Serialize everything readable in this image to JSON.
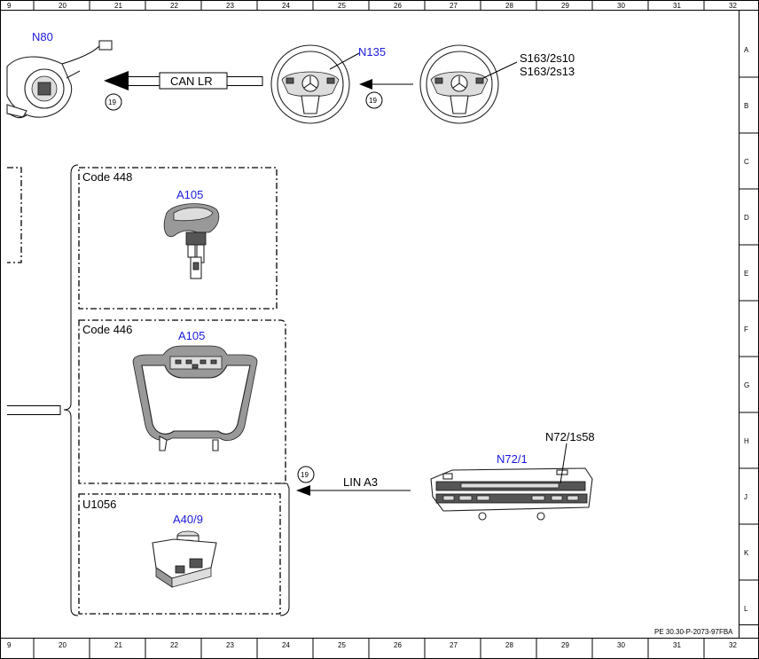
{
  "ruler": {
    "columns": [
      "9",
      "20",
      "21",
      "22",
      "23",
      "24",
      "25",
      "26",
      "27",
      "28",
      "29",
      "30",
      "31",
      "32"
    ],
    "rows": [
      "A",
      "B",
      "C",
      "D",
      "E",
      "F",
      "G",
      "H",
      "J",
      "K",
      "L"
    ]
  },
  "components": {
    "n80": "N80",
    "n135": "N135",
    "s163": "S163/2s10",
    "s163b": "S163/2s13",
    "a105_top": "A105",
    "a105_mid": "A105",
    "n72_1": "N72/1",
    "n72_1s58": "N72/1s58",
    "a40_9": "A40/9"
  },
  "codes": {
    "code448": "Code 448",
    "code446": "Code 446",
    "u1056": "U1056"
  },
  "connections": {
    "can_lr": "CAN LR",
    "lin_a3": "LIN A3",
    "ref1": "19",
    "ref2": "19",
    "ref3": "19"
  },
  "document_id": "PE 30.30-P-2073-97FBA",
  "colors": {
    "component_label": "#1a1adb",
    "line": "#000000"
  }
}
